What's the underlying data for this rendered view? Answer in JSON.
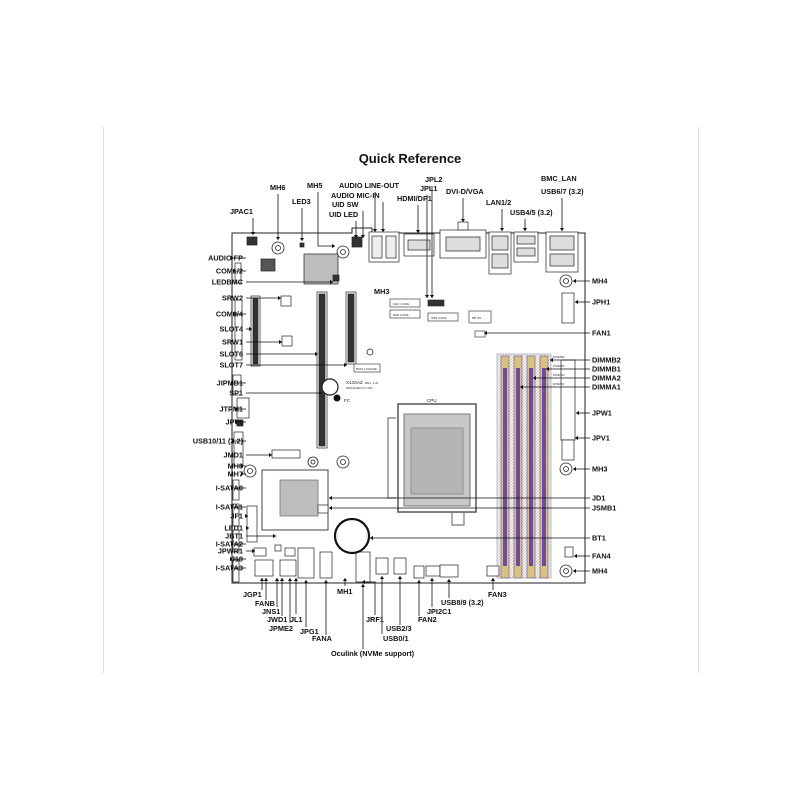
{
  "title": "Quick Reference",
  "board": {
    "model": "X13SAZ",
    "rev": "REV: 1.01",
    "origin": "DESIGNED IN USA",
    "cpu_label": "CPU",
    "stickers": [
      "MAC CODE",
      "BAR CODE",
      "IPMI CODE",
      "BIOS LICENSE",
      "BB SN"
    ],
    "dimm_slots": [
      "DIMMB2",
      "DIMMB1",
      "DIMMA2",
      "DIMMA1"
    ]
  },
  "callouts": {
    "top": [
      "JPAC1",
      "MH6",
      "LED3",
      "MH5",
      "AUDIO LINE-OUT",
      "AUDIO MIC-IN",
      "UID SW",
      "UID LED",
      "JPL2",
      "JPL1",
      "DVI-D/VGA",
      "HDMI/DP1",
      "LAN1/2",
      "USB4/5 (3.2)",
      "BMC_LAN",
      "USB6/7 (3.2)",
      "MH3"
    ],
    "left": [
      "AUDIO FP",
      "COM1/2",
      "LEDBMC",
      "SRW2",
      "COM3/4",
      "SLOT4",
      "SRW1",
      "SLOT6",
      "SLOT7",
      "JIPMB1",
      "SP1",
      "JTPM1",
      "JPT1",
      "USB10/11 (3.2)",
      "JMD1",
      "MH8",
      "MH7",
      "I-SATA0",
      "I-SATA1",
      "JF1",
      "LED1",
      "JBT1",
      "I-SATA2",
      "JPWR1",
      "J18",
      "I-SATA3"
    ],
    "right": [
      "MH4",
      "JPH1",
      "FAN1",
      "DIMMB2",
      "DIMMB1",
      "DIMMA2",
      "DIMMA1",
      "JPW1",
      "JPV1",
      "MH3",
      "JD1",
      "JSMB1",
      "BT1",
      "FAN4",
      "MH4"
    ],
    "bottom": [
      "JGP1",
      "FANB",
      "JNS1",
      "JWD1",
      "JL1",
      "JPME2",
      "JPG1",
      "FANA",
      "MH1",
      "JRF1",
      "USB0/1",
      "USB2/3",
      "FAN2",
      "JPI2C1",
      "USB8/9 (3.2)",
      "FAN3",
      "Oculink (NVMe support)"
    ]
  },
  "colors": {
    "line": "#111111",
    "board_outline": "#222222",
    "heatsink": "#c8c8c8",
    "dimm_purple": "#6e4aa8",
    "dimm_gold": "#d9c27a"
  }
}
